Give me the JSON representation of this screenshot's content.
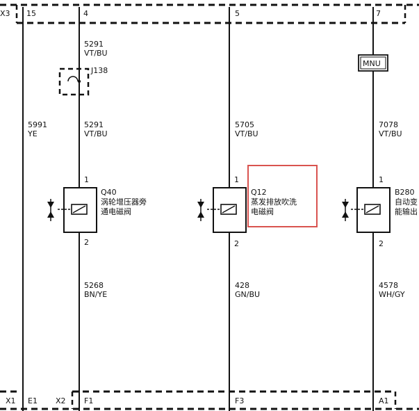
{
  "connectors": {
    "top": "X3",
    "bottom_left": "X1",
    "bottom_mid": "X2"
  },
  "pins_top": [
    "15",
    "4",
    "5",
    "7"
  ],
  "pins_bottom": [
    "E1",
    "F1",
    "F3",
    "A1"
  ],
  "wires": {
    "left": {
      "code": "5991",
      "color": "YE"
    },
    "col1_top": {
      "code": "5291",
      "color": "VT/BU"
    },
    "col1_mid": {
      "code": "5291",
      "color": "VT/BU"
    },
    "col1_bottom": {
      "code": "5268",
      "color": "BN/YE"
    },
    "col2_mid": {
      "code": "5705",
      "color": "VT/BU"
    },
    "col2_bottom": {
      "code": "428",
      "color": "GN/BU"
    },
    "col3_mid": {
      "code": "7078",
      "color": "VT/BU"
    },
    "col3_bottom": {
      "code": "4578",
      "color": "WH/GY"
    }
  },
  "splice": "J138",
  "mnu": "MNU",
  "components": [
    {
      "id": "Q40",
      "name_line1": "涡轮增压器旁",
      "name_line2": "通电磁阀",
      "pin_top": "1",
      "pin_bottom": "2"
    },
    {
      "id": "Q12",
      "name_line1": "蒸发排放吹洗",
      "name_line2": "电磁阀",
      "pin_top": "1",
      "pin_bottom": "2"
    },
    {
      "id": "B280",
      "name_line1": "自动变",
      "name_line2": "能输出",
      "pin_top": "1",
      "pin_bottom": "2"
    }
  ],
  "highlight_color": "#d9534f"
}
